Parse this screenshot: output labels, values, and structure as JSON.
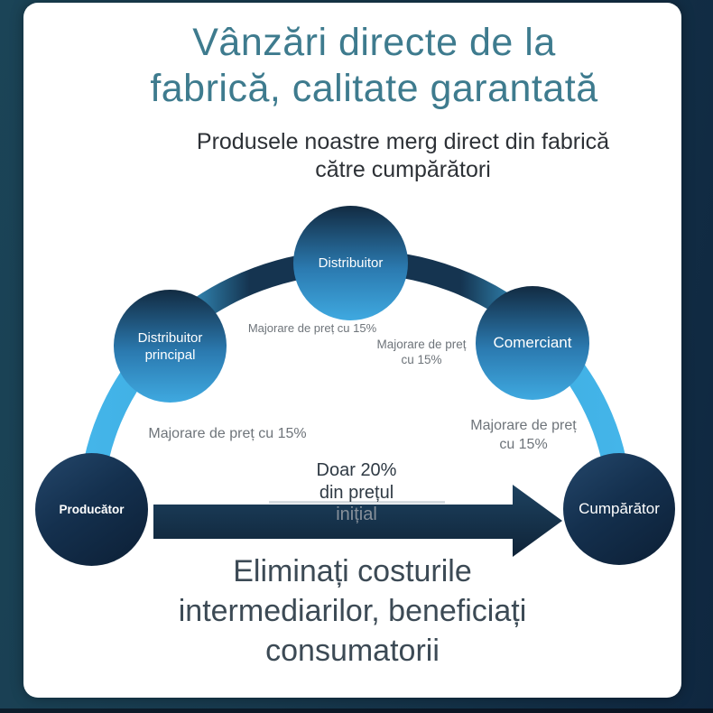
{
  "colors": {
    "title_teal": "#3e7b8e",
    "body_text": "#2d3136",
    "muted_label": "#6e747a",
    "arc_light_blue": "#44b5e9",
    "arc_dark_navy": "#153450",
    "arrow_navy": "#16344c",
    "footer_text": "#3c4a55",
    "frame_left": "#1b4457",
    "frame_right": "#0f2740"
  },
  "header": {
    "title_lines": [
      "Vânzări directe de la",
      "fabrică, calitate garantată"
    ],
    "subtitle_lines": [
      "Produsele noastre merg direct din fabrică",
      "către cumpărători"
    ]
  },
  "diagram": {
    "nodes": [
      {
        "id": "producator",
        "label": "Producător"
      },
      {
        "id": "distribuitor-principal",
        "lines": [
          "Distribuitor",
          "principal"
        ]
      },
      {
        "id": "distribuitor",
        "label": "Distribuitor"
      },
      {
        "id": "comerciant",
        "label": "Comerciant"
      },
      {
        "id": "cumparator",
        "label": "Cumpărător"
      }
    ],
    "markup_labels": {
      "left_upper": "Majorare de preț cu 15%",
      "mid_upper_lines": [
        "Majorare de preț",
        "cu 15%"
      ],
      "left_lower": "Majorare de preț cu 15%",
      "right_lower_lines": [
        "Majorare de preț",
        "cu 15%"
      ]
    },
    "direct_arrow_label_lines": [
      "Doar 20%",
      "din prețul",
      "inițial"
    ]
  },
  "footer": {
    "message_lines": [
      "Eliminați costurile",
      "intermediarilor, beneficiați",
      "consumatorii"
    ]
  }
}
